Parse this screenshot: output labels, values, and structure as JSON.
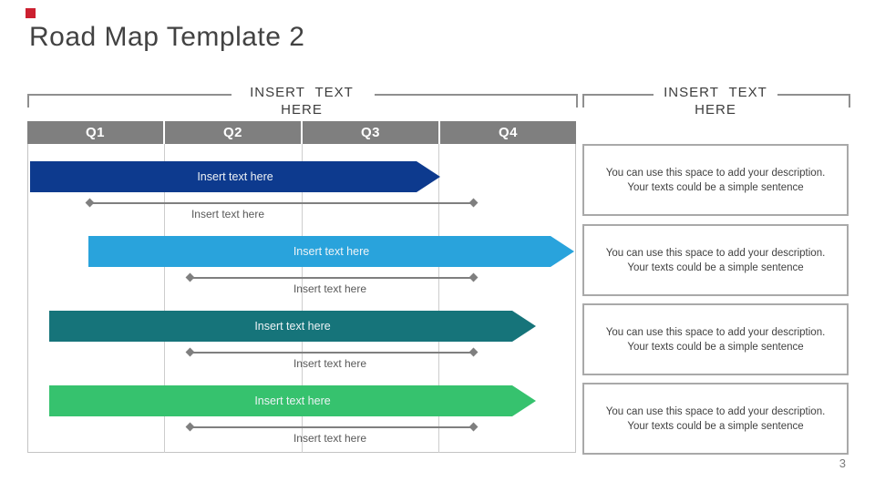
{
  "slide": {
    "title": "Road Map Template 2",
    "page_number": "3"
  },
  "colors": {
    "accent_red": "#cc2030",
    "bar_gray": "#7f7f7f",
    "navy": "#0d3a8e",
    "sky_blue": "#29a3dc",
    "teal": "#16747a",
    "green": "#36c26e"
  },
  "left_panel": {
    "header_line1": "INSERT TEXT",
    "header_line2": "HERE",
    "quarters": [
      "Q1",
      "Q2",
      "Q3",
      "Q4"
    ],
    "rows": [
      {
        "arrow_label": "Insert text here",
        "connector_label": "Insert text here",
        "color": "#0d3a8e"
      },
      {
        "arrow_label": "Insert text here",
        "connector_label": "Insert text here",
        "color": "#29a3dc"
      },
      {
        "arrow_label": "Insert text here",
        "connector_label": "Insert text here",
        "color": "#16747a"
      },
      {
        "arrow_label": "Insert text here",
        "connector_label": "Insert text here",
        "color": "#36c26e"
      }
    ]
  },
  "right_panel": {
    "header_line1": "INSERT TEXT",
    "header_line2": "HERE",
    "boxes": [
      {
        "line1": "You can use this space to add your description.",
        "line2": "Your texts could be a simple sentence"
      },
      {
        "line1": "You can use this space to add your description.",
        "line2": "Your texts could be a simple sentence"
      },
      {
        "line1": "You can use this space to add your description.",
        "line2": "Your texts could be a simple sentence"
      },
      {
        "line1": "You can use this space to add your description.",
        "line2": "Your texts could be a simple sentence"
      }
    ]
  }
}
